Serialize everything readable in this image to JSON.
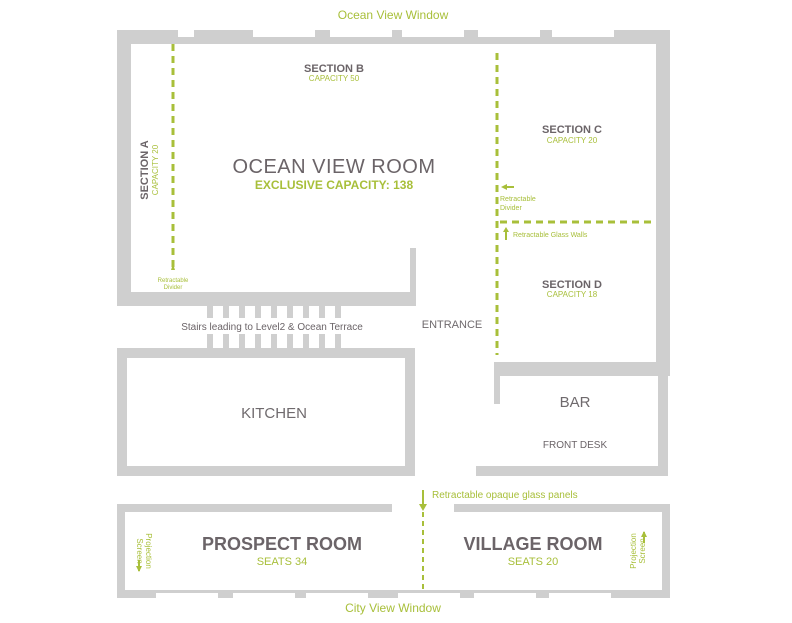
{
  "top_window": "Ocean View Window",
  "bottom_window": "City View Window",
  "ocean_view_room": {
    "name": "OCEAN VIEW ROOM",
    "capacity": "EXCLUSIVE CAPACITY: 138"
  },
  "section_a": {
    "name": "SECTION A",
    "capacity": "CAPACITY 20"
  },
  "section_b": {
    "name": "SECTION B",
    "capacity": "CAPACITY 50"
  },
  "section_c": {
    "name": "SECTION C",
    "capacity": "CAPACITY 20"
  },
  "section_d": {
    "name": "SECTION D",
    "capacity": "CAPACITY 18"
  },
  "retractable_divider_a": {
    "line1": "Retractable",
    "line2": "Divider"
  },
  "retractable_divider_c": {
    "line1": "Retractable",
    "line2": "Divider"
  },
  "glass_walls": "Retractable Glass Walls",
  "stairs": "Stairs leading to Level2 & Ocean Terrace",
  "entrance": "ENTRANCE",
  "kitchen": "KITCHEN",
  "bar": "BAR",
  "front_desk": "FRONT DESK",
  "opaque_panels": "Retractable opaque glass panels",
  "prospect_room": {
    "name": "PROSPECT ROOM",
    "seats": "SEATS 34",
    "screen_line1": "Projection",
    "screen_line2": "Screen"
  },
  "village_room": {
    "name": "VILLAGE ROOM",
    "seats": "SEATS 20",
    "screen_line1": "Projection",
    "screen_line2": "Screen"
  },
  "colors": {
    "wall": "#cfcfcf",
    "accent": "#a8bf3a",
    "label": "#6b6468"
  }
}
